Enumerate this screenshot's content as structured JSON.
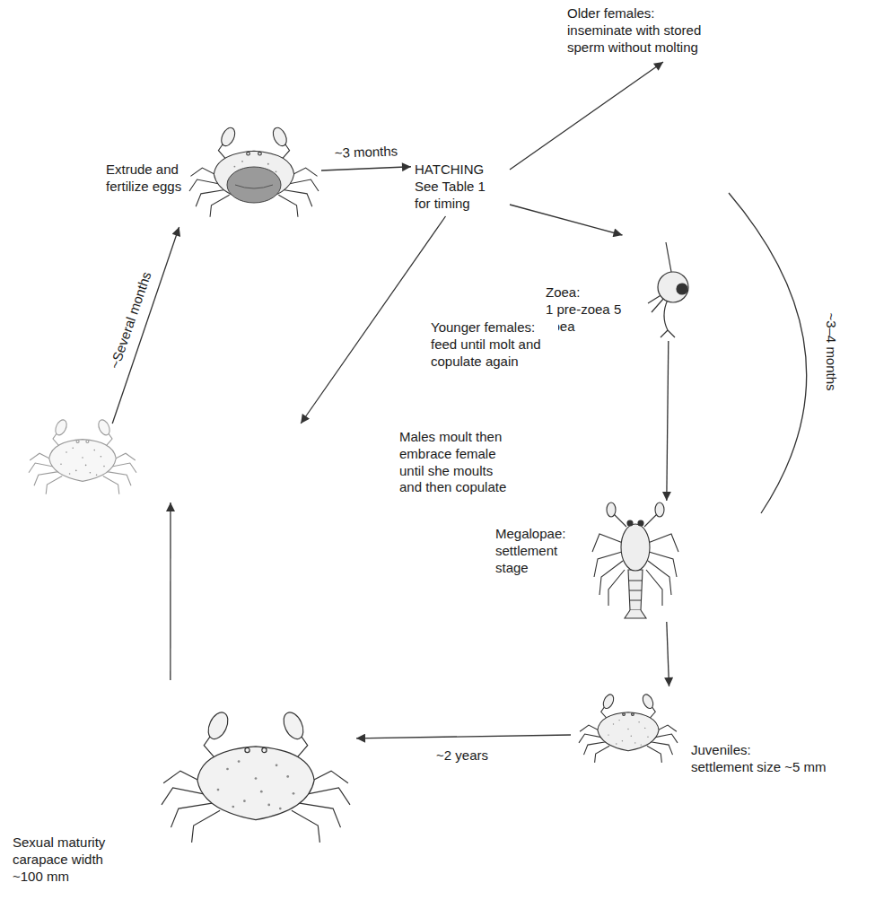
{
  "diagram": {
    "nodes": [
      {
        "text": [
          "Older females:",
          "inseminate with stored sperm without molting"
        ]
      },
      {
        "text": [
          "Extrude and fertilize eggs"
        ]
      },
      {
        "text": [
          "HATCHING See Table 1 for timing"
        ]
      },
      {
        "text": [
          "Zoea:",
          "1 pre-zoea 5 zoea"
        ]
      },
      {
        "text": [
          "Males moult then embrace female until she moults and then copulate"
        ]
      },
      {
        "text": [
          "Megalopae:",
          "settlement stage"
        ]
      },
      {
        "text": [
          "Juveniles:",
          "settlement size ~5 mm"
        ]
      },
      {
        "text": [
          "Sexual maturity carapace width ~100 mm"
        ]
      }
    ],
    "edges": [
      {
        "from": 1,
        "to": 2,
        "label": "~3 months",
        "arrow": "to"
      },
      {
        "from": 2,
        "to": 0,
        "arrow": "to"
      },
      {
        "from": 2,
        "to": 3,
        "arrow": "to"
      },
      {
        "from": 2,
        "to": 4,
        "label": "Younger females: feed until molt and copulate again",
        "arrow": "to"
      },
      {
        "from": 3,
        "to": 5,
        "arrow": "to"
      },
      {
        "from": 5,
        "to": 6,
        "arrow": "to"
      },
      {
        "from": 6,
        "to": 7,
        "label": "~2 years",
        "arrow": "to"
      },
      {
        "from": 7,
        "to": 4,
        "arrow": "to"
      },
      {
        "from": 4,
        "to": 1,
        "label": "~Several months",
        "arrow": "to"
      }
    ],
    "labels": [
      "~3–4 months"
    ]
  }
}
